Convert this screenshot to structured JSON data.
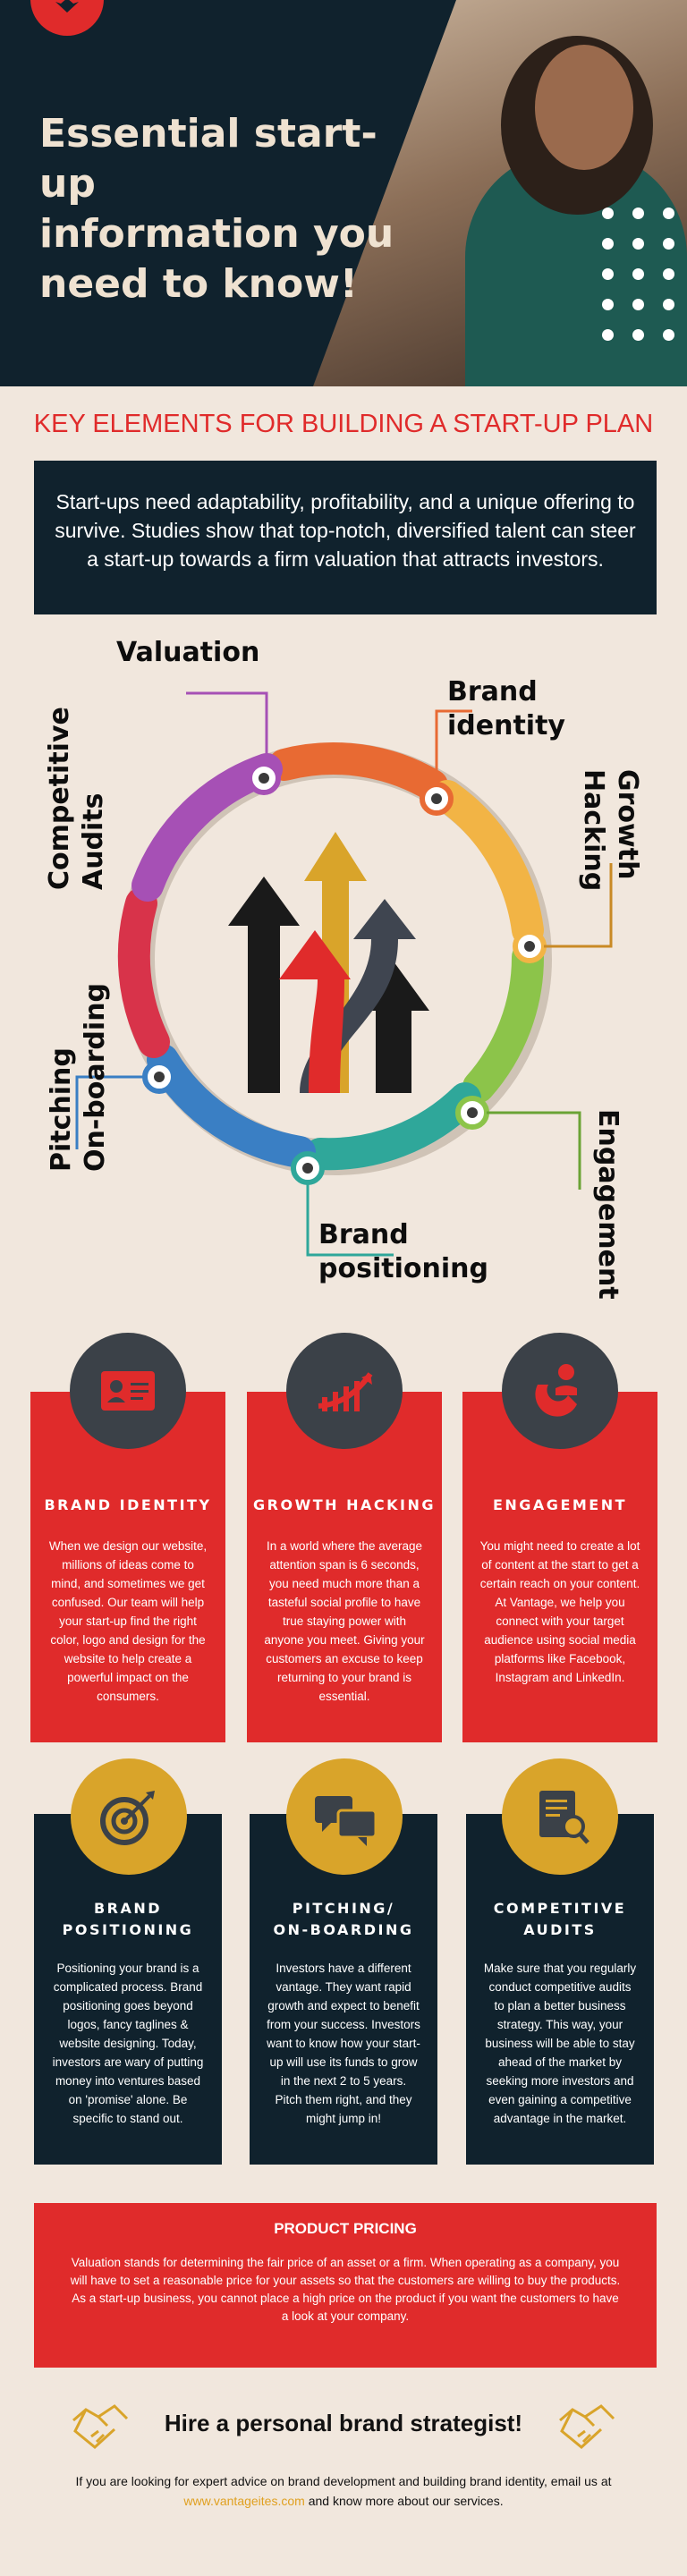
{
  "hero": {
    "title": "Essential start-up\ninformation you\nneed to know!",
    "logo_icon": "eagle-logo-icon",
    "accent": "#e02b2b",
    "background": "#10222d"
  },
  "section": {
    "title": "KEY ELEMENTS FOR BUILDING A START-UP PLAN",
    "intro": "Start-ups need adaptability, profitability, and a unique offering to survive. Studies show that top-notch, diversified talent can steer a start-up towards a firm valuation that attracts investors."
  },
  "wheel": {
    "labels": {
      "valuation": "Valuation",
      "brand_identity": "Brand\nidentity",
      "growth_hacking": "Growth\nHacking",
      "engagement": "Engagement",
      "brand_positioning": "Brand\npositioning",
      "pitching": "Pitching\nOn-boarding",
      "competitive_audits": "Competitive\nAudits"
    },
    "center_icon": "rising-arrows-icon",
    "colors": [
      "#e86a33",
      "#f2b445",
      "#8cc44a",
      "#2fa79a",
      "#3a7fc4",
      "#d8334a",
      "#a650b5"
    ]
  },
  "cards_top": [
    {
      "title": "BRAND IDENTITY",
      "text": "When we design our website, millions of ideas come to mind, and sometimes we get confused. Our team will help your start-up find the right color, logo and design for the website to help create a powerful impact on the consumers.",
      "icon": "id-card-icon"
    },
    {
      "title": "GROWTH HACKING",
      "text": "In a world where the average attention span is 6 seconds, you need much more than a tasteful social profile to have true staying power with anyone you meet. Giving your customers an excuse to keep returning to your brand is essential.",
      "icon": "growth-chart-icon"
    },
    {
      "title": "ENGAGEMENT",
      "text": "You might need to create a lot of content at the start to get a certain reach on your content. At Vantage, we help you connect with your target audience using social media platforms like Facebook, Instagram and LinkedIn.",
      "icon": "magnet-icon"
    }
  ],
  "cards_bottom": [
    {
      "title": "BRAND\nPOSITIONING",
      "text": "Positioning your brand is a complicated process. Brand positioning goes beyond logos, fancy taglines & website designing. Today, investors are wary of putting money into ventures based on 'promise' alone. Be specific to stand out.",
      "icon": "target-icon"
    },
    {
      "title": "PITCHING/\nON-BOARDING",
      "text": "Investors have a different vantage. They want rapid growth and expect to benefit from your success. Investors want to know how your start-up will use its funds to grow in the next 2 to 5 years. Pitch them right, and they might jump in!",
      "icon": "chat-bubbles-icon"
    },
    {
      "title": "COMPETITIVE\nAUDITS",
      "text": "Make sure that you regularly conduct competitive audits to plan a better business strategy. This way, your business will be able to stay ahead of the market by seeking more investors and even gaining a competitive advantage in the market.",
      "icon": "audit-document-icon"
    }
  ],
  "pricing": {
    "title": "PRODUCT PRICING",
    "text": "Valuation stands for determining the fair price of an asset or a firm. When operating as a company, you will have to set a reasonable price for your assets so that the customers are willing to buy the products. As a start-up business, you cannot place a high price on the product if you want the customers to have a look at your company."
  },
  "footer": {
    "title": "Hire a personal brand strategist!",
    "text_before": "If you are looking for expert advice on brand development and building brand identity, email us at ",
    "link": "www.vantageites.com",
    "text_after": " and know more about our services.",
    "handshake_icon": "handshake-icon"
  }
}
